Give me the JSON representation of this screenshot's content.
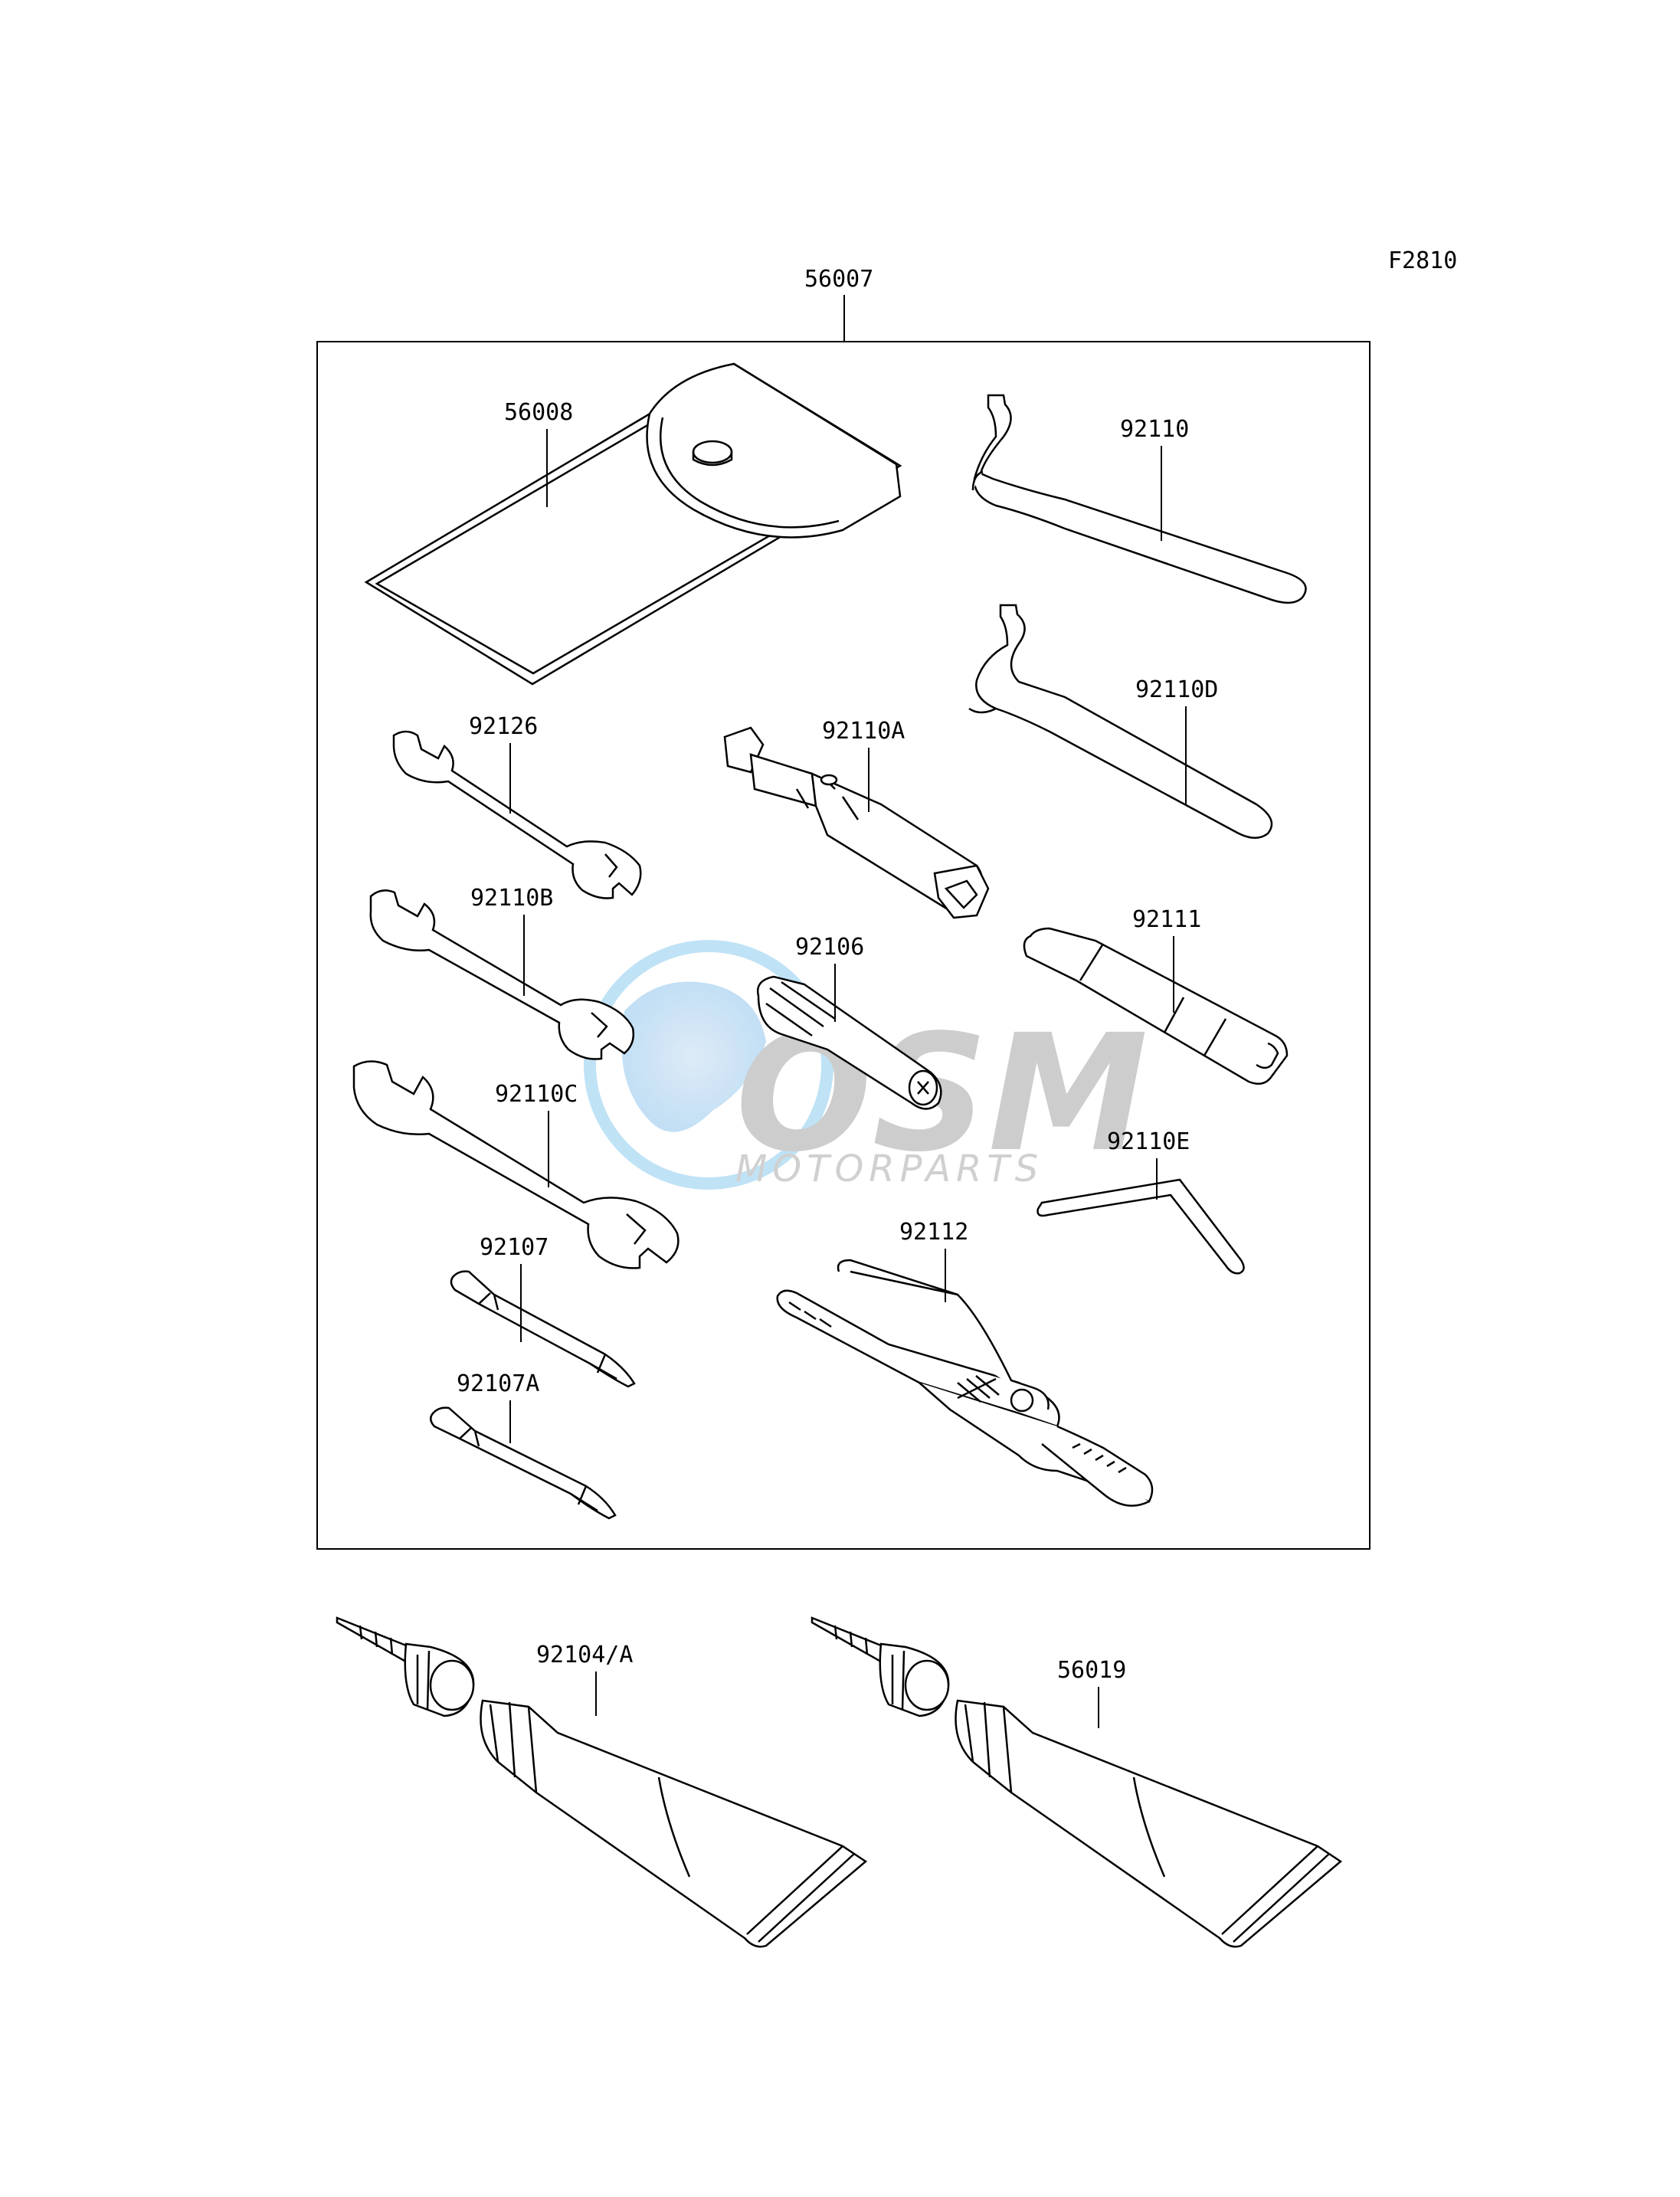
{
  "figure_code": "F2810",
  "kit": {
    "part_number": "56007"
  },
  "parts": {
    "case": "56008",
    "hook_wrench": "92110",
    "hook_wrench_d": "92110D",
    "wrench_small": "92126",
    "plug_wrench": "92110A",
    "wrench_b": "92110B",
    "tool_92106": "92106",
    "extension_bar": "92111",
    "wrench_c": "92110C",
    "hex_key": "92110E",
    "screwdriver": "92107",
    "screwdriver_a": "92107A",
    "pliers": "92112",
    "tube_left": "92104/A",
    "tube_right": "56019"
  },
  "watermark": {
    "text_main": "OSM",
    "text_sub": "MOTORPARTS",
    "colors": {
      "blue": "#b9dff5",
      "gray": "#c8c8c8"
    }
  }
}
